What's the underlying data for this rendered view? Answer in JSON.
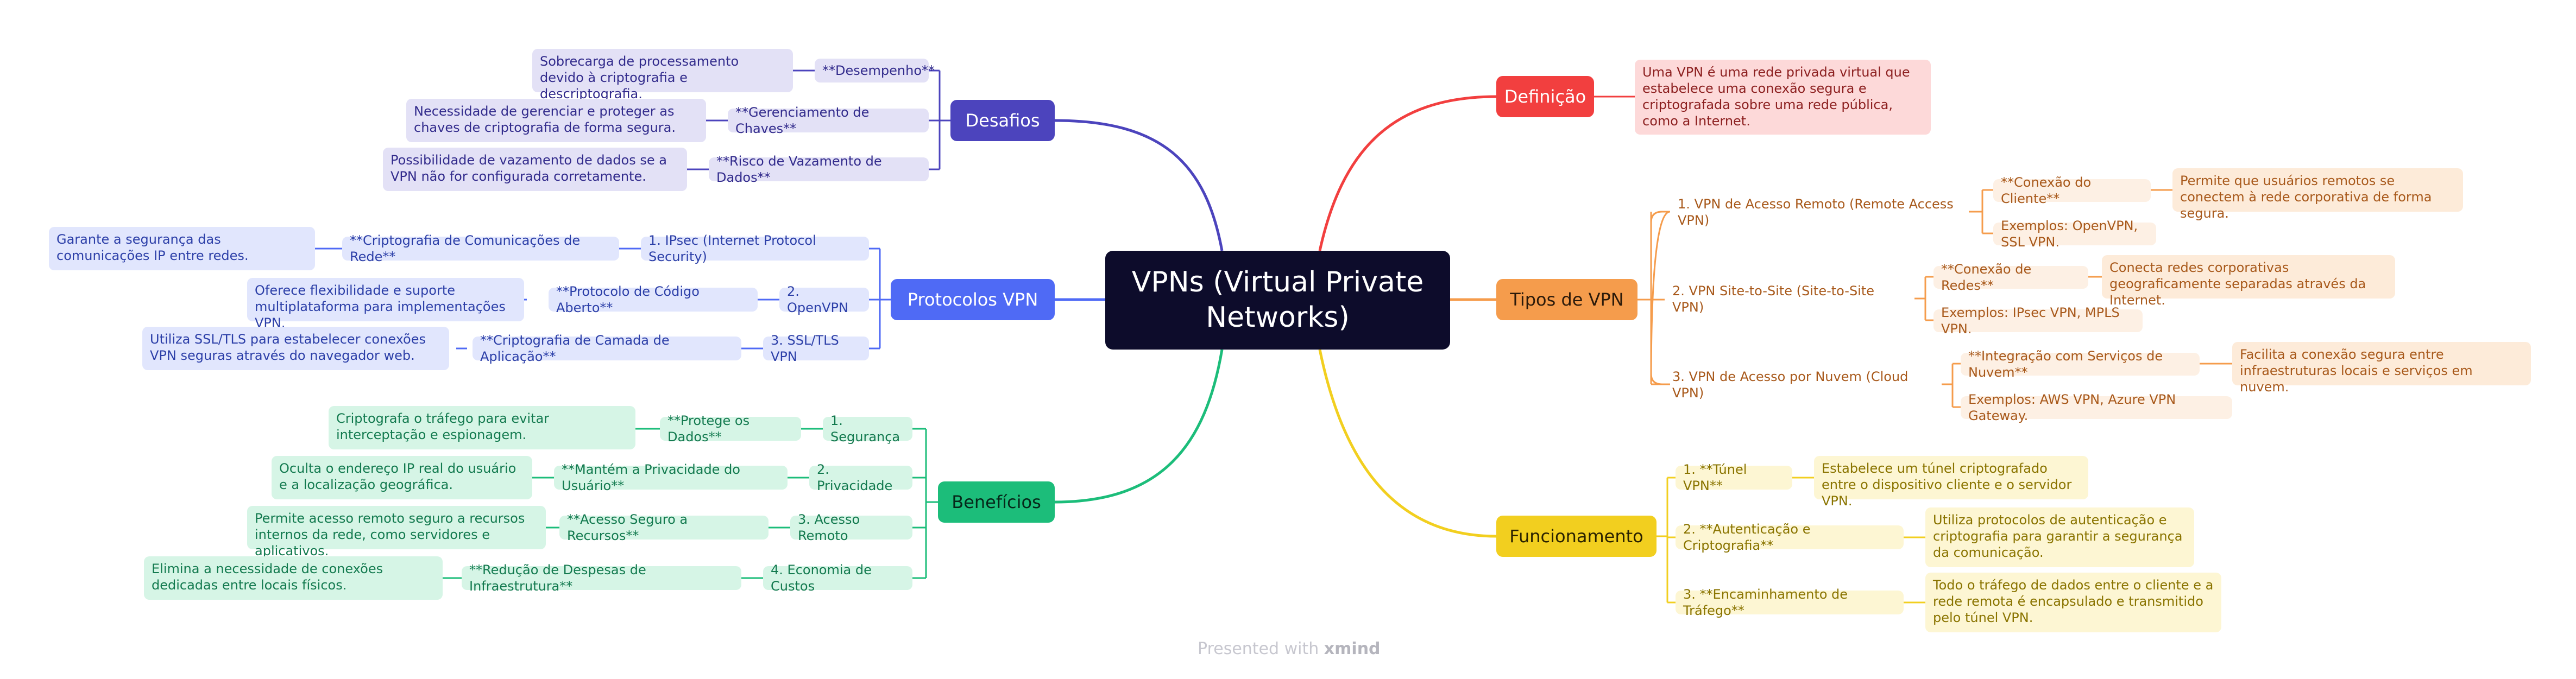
{
  "root": {
    "title": "VPNs (Virtual Private Networks)"
  },
  "colors": {
    "definicao": "#f23f3f",
    "tipos": "#f59c4c",
    "funcionamento": "#f2cf1f",
    "beneficios": "#1cbd7a",
    "protocolos": "#4f6af5",
    "desafios": "#4c44bd"
  },
  "definicao": {
    "label": "Definição",
    "text": "Uma VPN é uma rede privada virtual que estabelece uma conexão segura e criptografada sobre uma rede pública, como a Internet."
  },
  "tipos": {
    "label": "Tipos de VPN",
    "items": [
      {
        "label": "1. VPN de Acesso Remoto (Remote Access VPN)",
        "key": "**Conexão do Cliente**",
        "desc": "Permite que usuários remotos se conectem à rede corporativa de forma segura.",
        "examples": "Exemplos: OpenVPN, SSL VPN."
      },
      {
        "label": "2. VPN Site-to-Site (Site-to-Site VPN)",
        "key": "**Conexão de Redes**",
        "desc": "Conecta redes corporativas geograficamente separadas através da Internet.",
        "examples": "Exemplos: IPsec VPN, MPLS VPN."
      },
      {
        "label": "3. VPN de Acesso por Nuvem (Cloud VPN)",
        "key": "**Integração com Serviços de Nuvem**",
        "desc": "Facilita a conexão segura entre infraestruturas locais e serviços em nuvem.",
        "examples": "Exemplos: AWS VPN, Azure VPN Gateway."
      }
    ]
  },
  "funcionamento": {
    "label": "Funcionamento",
    "items": [
      {
        "label": "1. **Túnel VPN**",
        "desc": "Estabelece um túnel criptografado entre o dispositivo cliente e o servidor VPN."
      },
      {
        "label": "2. **Autenticação e Criptografia**",
        "desc": "Utiliza protocolos de autenticação e criptografia para garantir a segurança da comunicação."
      },
      {
        "label": "3. **Encaminhamento de Tráfego**",
        "desc": "Todo o tráfego de dados entre o cliente e a rede remota é encapsulado e transmitido pelo túnel VPN."
      }
    ]
  },
  "beneficios": {
    "label": "Benefícios",
    "items": [
      {
        "label": "1. Segurança",
        "key": "**Protege os Dados**",
        "desc": "Criptografa o tráfego para evitar interceptação e espionagem."
      },
      {
        "label": "2. Privacidade",
        "key": "**Mantém a Privacidade do Usuário**",
        "desc": "Oculta o endereço IP real do usuário e a localização geográfica."
      },
      {
        "label": "3. Acesso Remoto",
        "key": "**Acesso Seguro a Recursos**",
        "desc": "Permite acesso remoto seguro a recursos internos da rede, como servidores e aplicativos."
      },
      {
        "label": "4. Economia de Custos",
        "key": "**Redução de Despesas de Infraestrutura**",
        "desc": "Elimina a necessidade de conexões dedicadas entre locais físicos."
      }
    ]
  },
  "protocolos": {
    "label": "Protocolos VPN",
    "items": [
      {
        "label": "1. IPsec (Internet Protocol Security)",
        "key": "**Criptografia de Comunicações de Rede**",
        "desc": "Garante a segurança das comunicações IP entre redes."
      },
      {
        "label": "2. OpenVPN",
        "key": "**Protocolo de Código Aberto**",
        "desc": "Oferece flexibilidade e suporte multiplataforma para implementações VPN."
      },
      {
        "label": "3. SSL/TLS VPN",
        "key": "**Criptografia de Camada de Aplicação**",
        "desc": "Utiliza SSL/TLS para estabelecer conexões VPN seguras através do navegador web."
      }
    ]
  },
  "desafios": {
    "label": "Desafios",
    "items": [
      {
        "key": "**Desempenho**",
        "desc": "Sobrecarga de processamento devido à criptografia e descriptografia."
      },
      {
        "key": "**Gerenciamento de Chaves**",
        "desc": "Necessidade de gerenciar e proteger as chaves de criptografia de forma segura."
      },
      {
        "key": "**Risco de Vazamento de Dados**",
        "desc": "Possibilidade de vazamento de dados se a VPN não for configurada corretamente."
      }
    ]
  },
  "footer": {
    "prefix": "Presented with",
    "brand": "xmind"
  }
}
